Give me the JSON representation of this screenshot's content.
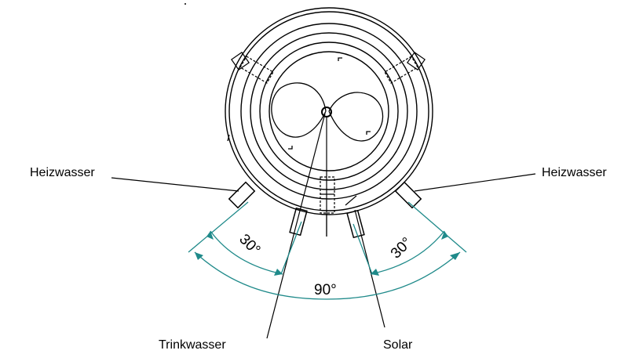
{
  "labels": {
    "heizwasser_left": "Heizwasser",
    "heizwasser_right": "Heizwasser",
    "trinkwasser": "Trinkwasser",
    "solar": "Solar"
  },
  "angles": {
    "left": "30°",
    "right": "30°",
    "total": "90°"
  },
  "colors": {
    "outline": "#000000",
    "dimension": "#1f8a8a"
  }
}
